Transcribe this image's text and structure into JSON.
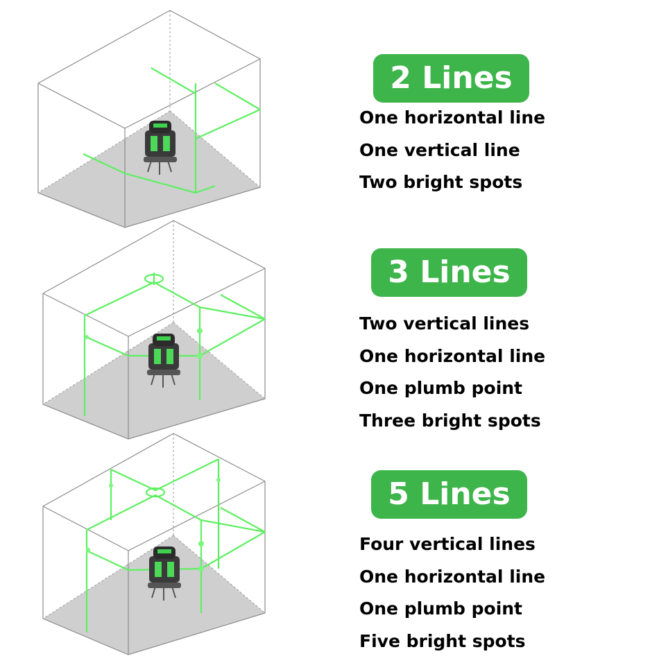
{
  "colors": {
    "badge": "#3db54a",
    "laser": "#5cf060",
    "floor": "#cfcfcf",
    "edge": "#8a8a8a"
  },
  "icons": [
    "laser-level-icon"
  ],
  "sections": [
    {
      "title": "2 Lines",
      "features": [
        "One horizontal line",
        "One vertical line",
        "Two bright spots"
      ]
    },
    {
      "title": "3 Lines",
      "features": [
        "Two vertical lines",
        "One horizontal line",
        "One plumb point",
        "Three bright spots"
      ]
    },
    {
      "title": "5 Lines",
      "features": [
        "Four vertical lines",
        "One horizontal line",
        "One plumb point",
        "Five bright spots"
      ]
    }
  ]
}
